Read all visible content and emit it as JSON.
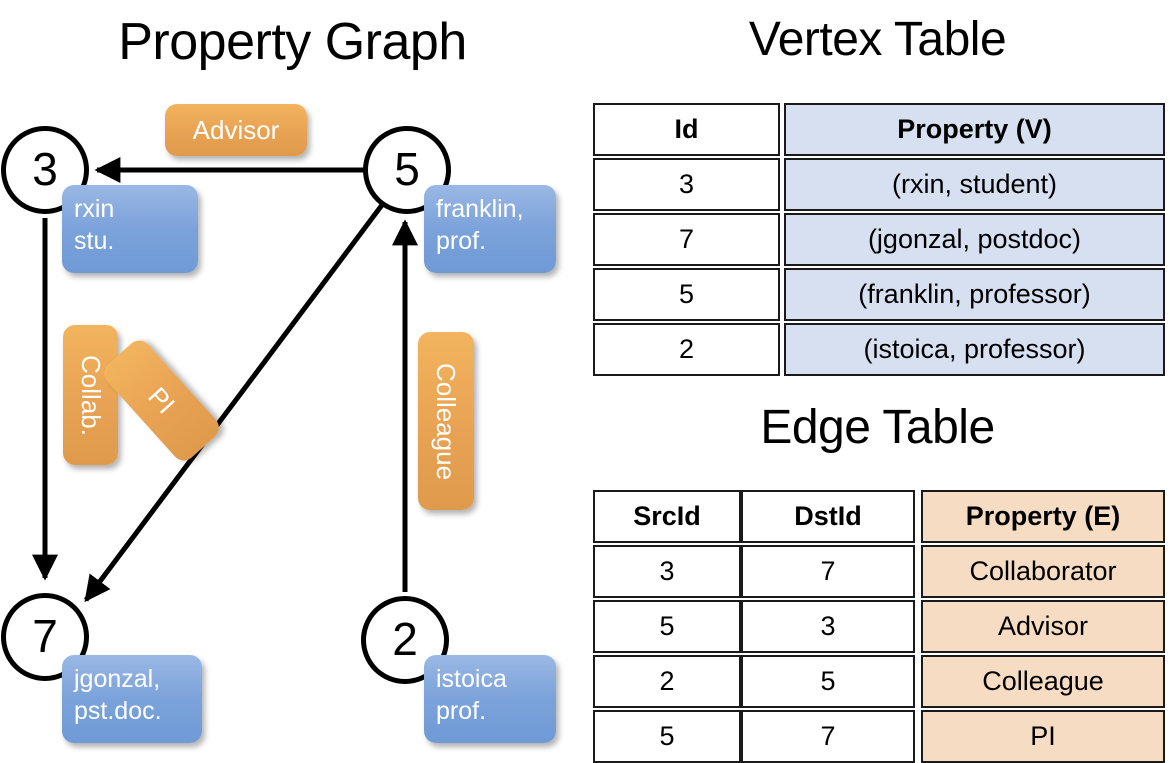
{
  "titles": {
    "property_graph": "Property Graph",
    "vertex_table": "Vertex Table",
    "edge_table": "Edge Table"
  },
  "colors": {
    "node_fill": "#ffffff",
    "node_stroke": "#000000",
    "vertex_property_bg": "#d7e0f1",
    "edge_property_bg": "#f6dcc2",
    "property_box_blue": "#7ba2da",
    "edge_label_orange": "#e8a253"
  },
  "graph": {
    "nodes": [
      {
        "id": "3",
        "property_line1": "rxin",
        "property_line2": "stu."
      },
      {
        "id": "5",
        "property_line1": "franklin,",
        "property_line2": "prof."
      },
      {
        "id": "7",
        "property_line1": "jgonzal,",
        "property_line2": "pst.doc."
      },
      {
        "id": "2",
        "property_line1": "istoica",
        "property_line2": "prof."
      }
    ],
    "edge_labels": [
      {
        "name": "advisor",
        "text": "Advisor"
      },
      {
        "name": "collab",
        "text": "Collab."
      },
      {
        "name": "pi",
        "text": "PI"
      },
      {
        "name": "colleague",
        "text": "Colleague"
      }
    ]
  },
  "vertex_table": {
    "headers": [
      "Id",
      "Property (V)"
    ],
    "rows": [
      {
        "id": "3",
        "property": "(rxin, student)"
      },
      {
        "id": "7",
        "property": "(jgonzal, postdoc)"
      },
      {
        "id": "5",
        "property": "(franklin, professor)"
      },
      {
        "id": "2",
        "property": "(istoica, professor)"
      }
    ]
  },
  "edge_table": {
    "headers": [
      "SrcId",
      "DstId",
      "Property (E)"
    ],
    "rows": [
      {
        "src": "3",
        "dst": "7",
        "property": "Collaborator"
      },
      {
        "src": "5",
        "dst": "3",
        "property": "Advisor"
      },
      {
        "src": "2",
        "dst": "5",
        "property": "Colleague"
      },
      {
        "src": "5",
        "dst": "7",
        "property": "PI"
      }
    ]
  }
}
